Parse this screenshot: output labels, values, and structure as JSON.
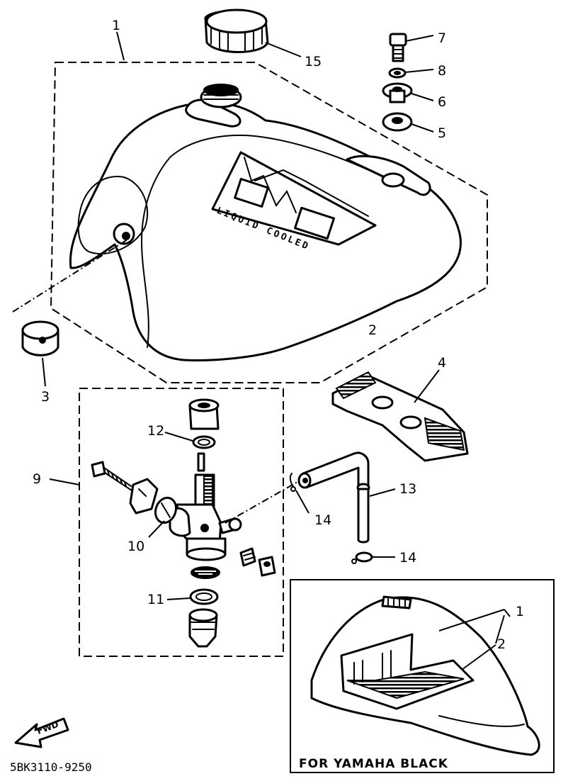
{
  "callouts": {
    "c1": "1",
    "c2": "2",
    "c3": "3",
    "c4": "4",
    "c5": "5",
    "c6": "6",
    "c7": "7",
    "c8": "8",
    "c9": "9",
    "c10": "10",
    "c11": "11",
    "c12": "12",
    "c13": "13",
    "c14a": "14",
    "c14b": "14",
    "c15": "15",
    "inset1": "1",
    "inset2": "2"
  },
  "tank_decal": "LIQUID COOLED",
  "inset_caption": "FOR YAMAHA BLACK",
  "fwd_label": "FWD",
  "diagram_code": "5BK3110-9250"
}
